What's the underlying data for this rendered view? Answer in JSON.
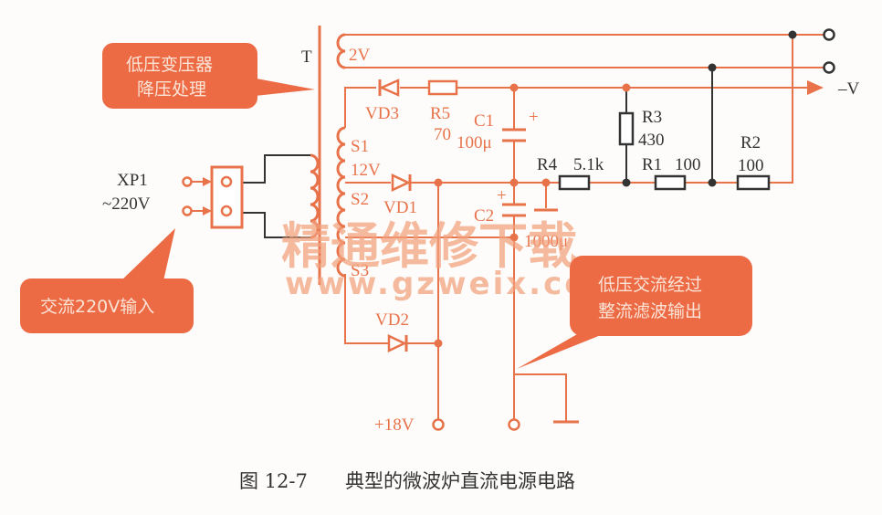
{
  "figure": {
    "caption_number": "图 12-7",
    "caption_title": "典型的微波炉直流电源电路"
  },
  "colors": {
    "wire_orange": "#e8734a",
    "wire_dark": "#333333",
    "callout_fill": "#ec6b45",
    "callout_text": "#fbe3d6",
    "watermark": "#f2a27c"
  },
  "callouts": {
    "transformer": {
      "line1": "低压变压器",
      "line2": "降压处理"
    },
    "ac_input": {
      "line1": "交流220V输入"
    },
    "output": {
      "line1": "低压交流经过",
      "line2": "整流滤波输出"
    }
  },
  "plug": {
    "name": "XP1",
    "voltage": "~220V"
  },
  "transformer": {
    "name": "T",
    "windings": {
      "w2v": "2V",
      "s1": "S1",
      "s1_volt": "12V",
      "s2": "S2",
      "s3": "S3"
    }
  },
  "components": {
    "vd1": "VD1",
    "vd2": "VD2",
    "vd3": "VD3",
    "r5": {
      "name": "R5",
      "value": "70"
    },
    "c1": {
      "name": "C1",
      "plus": "+",
      "value": "100μ"
    },
    "c2": {
      "name": "C2",
      "plus": "+",
      "value": "1000μ"
    },
    "r4": {
      "name": "R4",
      "value": "5.1k"
    },
    "r3": {
      "name": "R3",
      "value": "430"
    },
    "r1": {
      "name": "R1",
      "value": "100"
    },
    "r2": {
      "name": "R2",
      "value": "100"
    }
  },
  "terminals": {
    "neg_v": "–V",
    "plus_18v": "+18V"
  },
  "watermark": {
    "cn": "精通维修下载",
    "url": "www.gzweix.com"
  }
}
